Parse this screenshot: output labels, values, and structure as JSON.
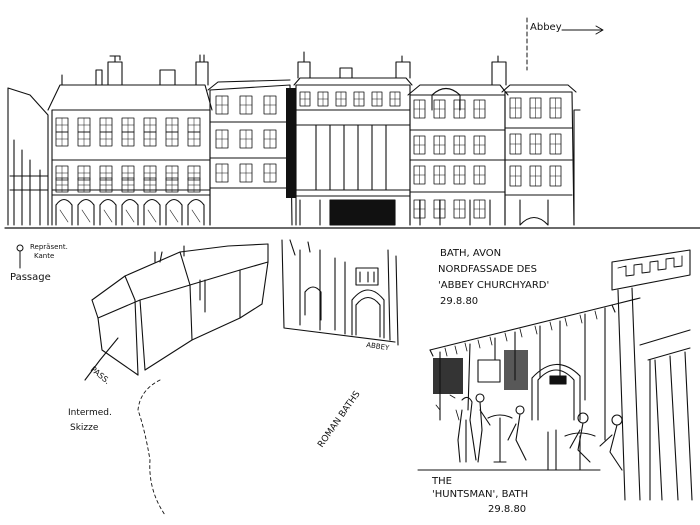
{
  "drawing": {
    "label_abbey_top": "Abbey",
    "label_left_note_1": "Repräsent.",
    "label_left_note_2": "Kante",
    "label_left_note_3": "Passage",
    "label_pass": "PASS.",
    "label_skizze_1": "Intermed.",
    "label_skizze_2": "Skizze",
    "label_roman_baths": "ROMAN BATHS",
    "label_abbey_small": "ABBEY",
    "caption_main_1": "BATH, AVON",
    "caption_main_2": "NORDFASSADE DES",
    "caption_main_3": "'ABBEY CHURCHYARD'",
    "caption_main_date": "29.8.80",
    "caption_pub_1": "THE",
    "caption_pub_2": "'HUNTSMAN', BATH",
    "caption_pub_date": "29.8.80"
  },
  "icons": {
    "arrow": "arrow-right-icon",
    "pin": "map-pin-icon"
  },
  "colors": {
    "ink": "#111111",
    "paper": "#ffffff"
  }
}
